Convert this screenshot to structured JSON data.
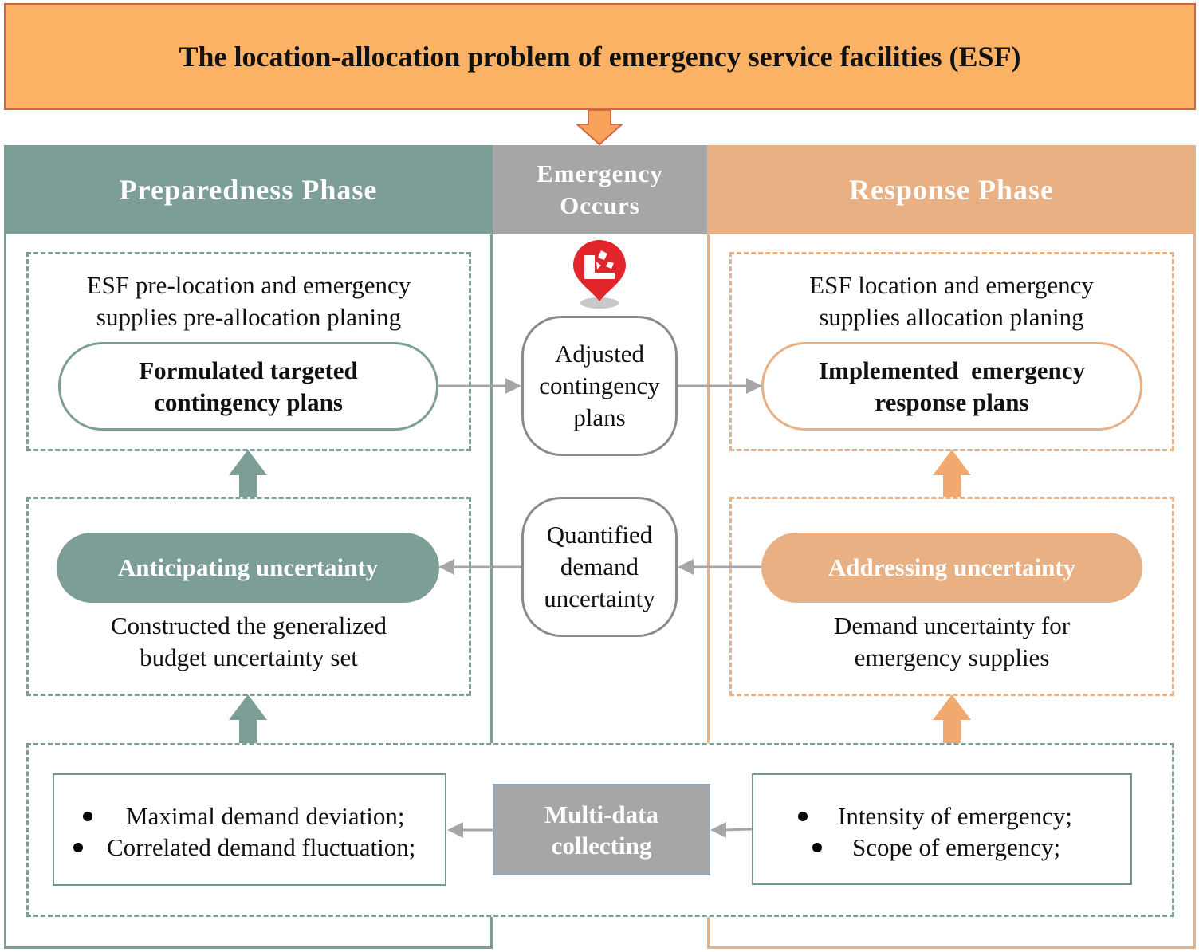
{
  "title": "The location-allocation problem of emergency service facilities (ESF)",
  "colors": {
    "title_fill": "#fbb265",
    "title_border": "#d2663f",
    "preparedness": "#7c9e97",
    "center_gray": "#a6a6a6",
    "response": "#e8b083",
    "marker_red": "#e0252b"
  },
  "preparedness": {
    "header": "Preparedness Phase",
    "planning_text": "ESF pre-location and emergency supplies pre-allocation planing",
    "plans_pill": "Formulated targeted contingency plans",
    "uncertainty_pill": "Anticipating uncertainty",
    "uncertainty_text": "Constructed the generalized budget uncertainty set"
  },
  "center": {
    "header": "Emergency Occurs",
    "marker_icon": "emergency-location-marker-icon",
    "adjusted": "Adjusted contingency plans",
    "quantified": "Quantified demand uncertainty"
  },
  "response": {
    "header": "Response Phase",
    "planning_text": "ESF location and emergency supplies allocation planing",
    "plans_pill": "Implemented  emergency response plans",
    "uncertainty_pill": "Addressing uncertainty",
    "uncertainty_text": "Demand uncertainty for emergency supplies"
  },
  "data": {
    "collecting": "Multi-data collecting",
    "left_items": [
      "Maximal demand deviation;",
      "Correlated demand fluctuation;"
    ],
    "right_items": [
      "Intensity of emergency;",
      "Scope of emergency;"
    ]
  }
}
